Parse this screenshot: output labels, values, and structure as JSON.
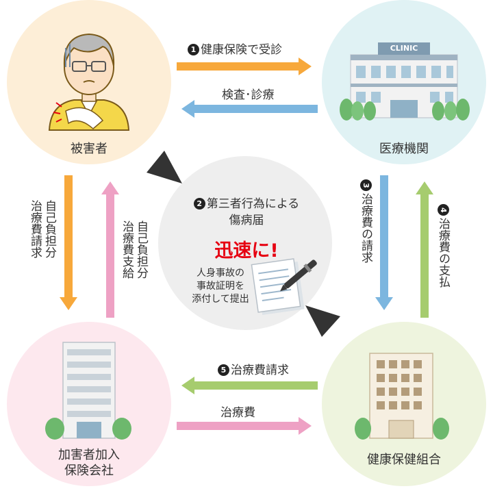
{
  "nodes": {
    "victim": {
      "label": "被害者"
    },
    "clinic": {
      "label": "医療機関",
      "sign": "CLINIC"
    },
    "insurer": {
      "label1": "加害者加入",
      "label2": "保険会社"
    },
    "union": {
      "label": "健康保健組合"
    }
  },
  "flows": {
    "consult": {
      "num": "1",
      "label": "健康保険で受診"
    },
    "exam": {
      "label": "検査･診療"
    },
    "bill": {
      "num": "3",
      "label": "治療費の請求"
    },
    "pay": {
      "num": "4",
      "label": "治療費の支払"
    },
    "claim": {
      "num": "5",
      "label": "治療費請求"
    },
    "fee": {
      "label": "治療費"
    },
    "self_claim": {
      "label1": "自己負担分",
      "label2": "治療費請求"
    },
    "self_pay": {
      "label1": "自己負担分",
      "label2": "治療費支給"
    }
  },
  "center": {
    "num": "2",
    "title1": "第三者行為による",
    "title2": "傷病届",
    "urgent": "迅速に!",
    "note1": "人身事故の",
    "note2": "事故証明を",
    "note3": "添付して提出"
  },
  "colors": {
    "victim_bg": "#fdeed7",
    "clinic_bg": "#e0f2f4",
    "insurer_bg": "#fde8ee",
    "union_bg": "#eef4de",
    "center_bg": "#eeeeee",
    "orange": "#f7a83b",
    "blue": "#7cb6df",
    "pink": "#eea1c4",
    "green": "#a6cc6e",
    "urgent": "#e60012"
  }
}
